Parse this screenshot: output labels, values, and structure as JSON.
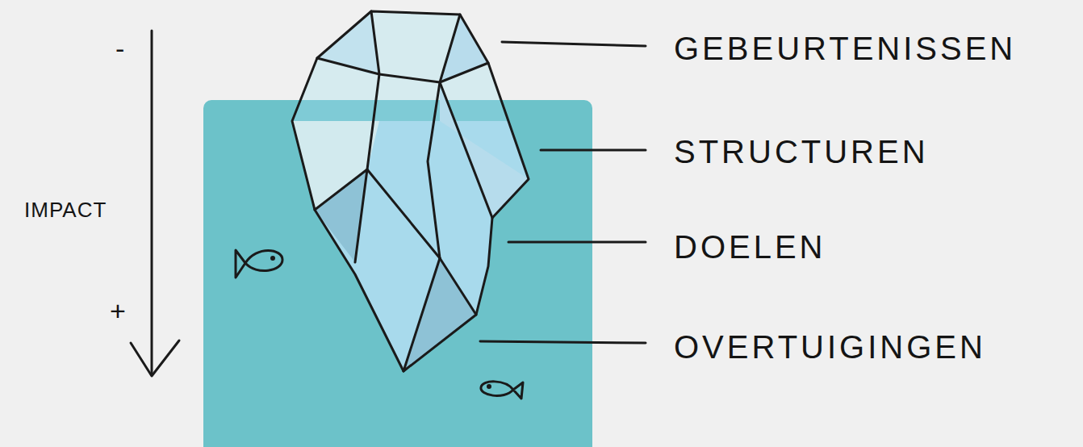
{
  "diagram": {
    "labels": [
      "-",
      "IMPACT",
      "+",
      "GEBEURTENISSEN",
      "STRUCTUREN",
      "DOELEN",
      "OVERTUIGINGEN"
    ]
  }
}
